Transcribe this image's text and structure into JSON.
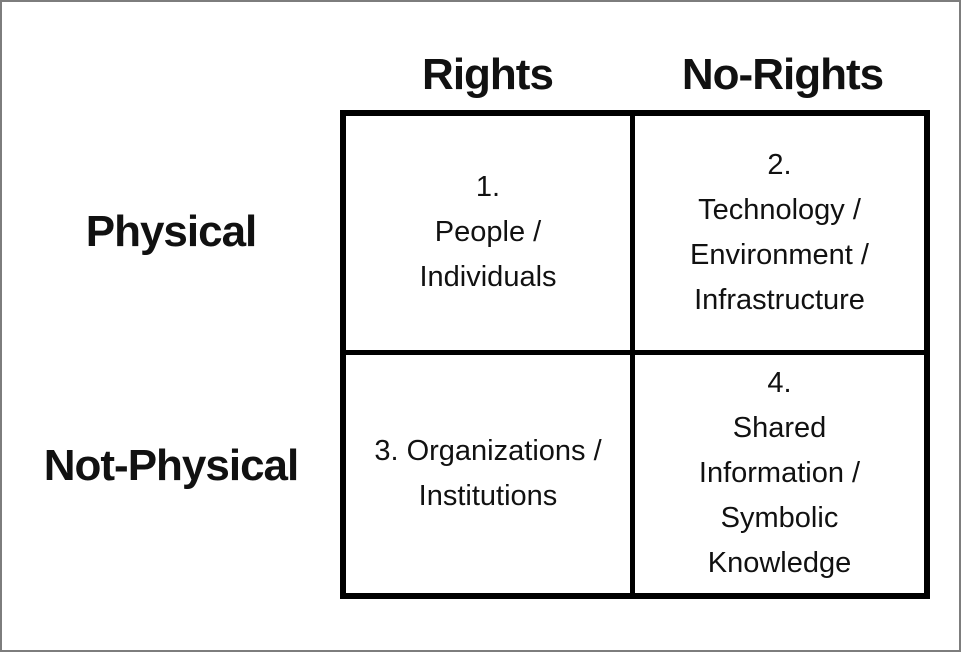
{
  "page": {
    "background": "#ffffff",
    "frame_border_color": "#7d7d7d"
  },
  "colors": {
    "text": "#111111",
    "grid_line": "#000000"
  },
  "matrix": {
    "column_headers": [
      "Rights",
      "No-Rights"
    ],
    "row_headers": [
      "Physical",
      "Not-Physical"
    ],
    "cells": [
      {
        "number": "1",
        "row": "Physical",
        "column": "Rights",
        "lines": [
          "1.",
          "People /",
          "Individuals"
        ]
      },
      {
        "number": "2",
        "row": "Physical",
        "column": "No-Rights",
        "lines": [
          "2.",
          "Technology /",
          "Environment /",
          "Infrastructure"
        ]
      },
      {
        "number": "3",
        "row": "Not-Physical",
        "column": "Rights",
        "lines": [
          "3. Organizations /",
          "Institutions"
        ]
      },
      {
        "number": "4",
        "row": "Not-Physical",
        "column": "No-Rights",
        "lines": [
          "4.",
          "Shared",
          "Information /",
          "Symbolic",
          "Knowledge"
        ]
      }
    ]
  }
}
